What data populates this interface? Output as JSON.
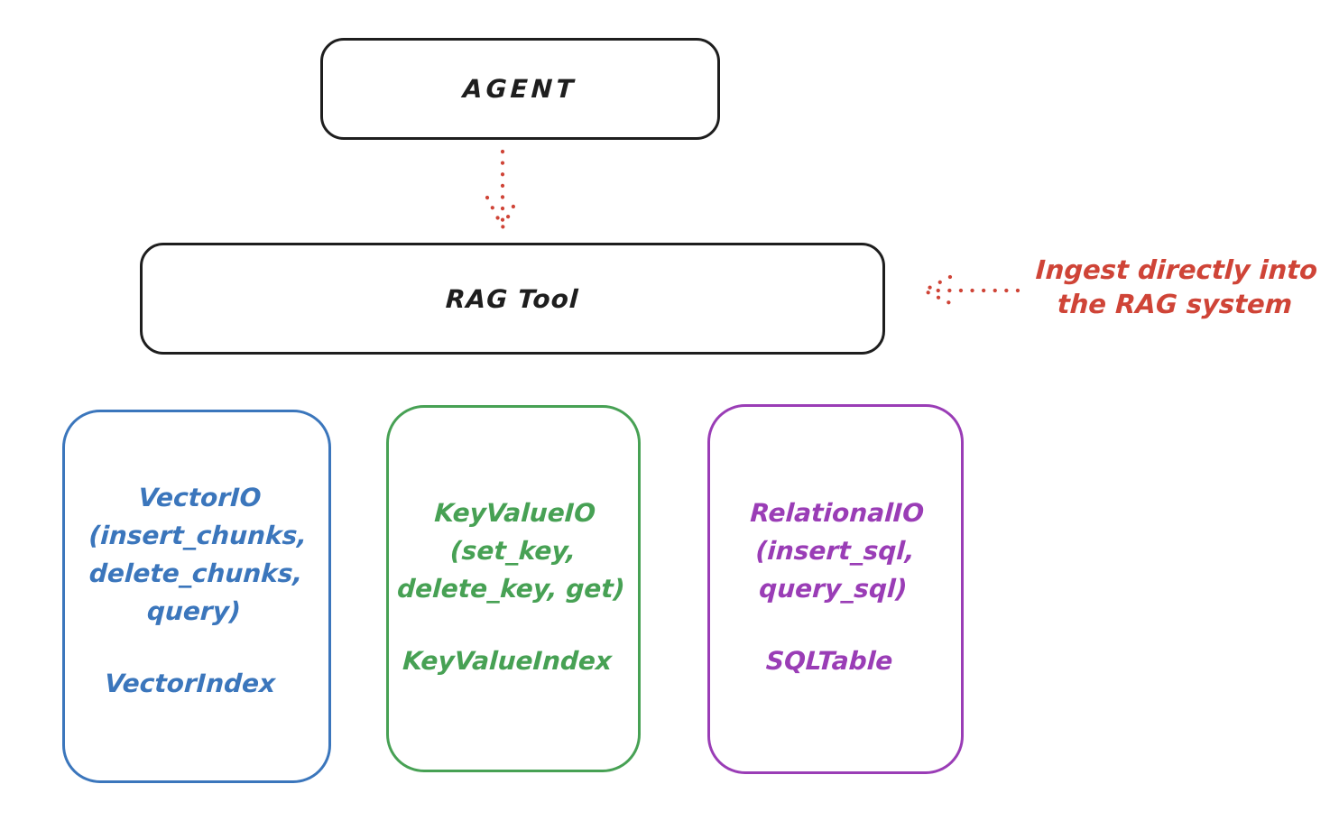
{
  "colors": {
    "stroke_black": "#1e1e1e",
    "red": "#cf4437",
    "blue": "#3b76bc",
    "green": "#47a154",
    "purple": "#9a3db6"
  },
  "agent_box": {
    "label": "AGENT"
  },
  "rag_tool_box": {
    "label": "RAG Tool"
  },
  "ingest_annotation": {
    "line1": "Ingest directly into",
    "line2": "the RAG system"
  },
  "io_boxes": [
    {
      "name": "vector-io",
      "color": "#3b76bc",
      "lines": [
        "VectorIO",
        "(insert_chunks,",
        "delete_chunks,",
        "query)"
      ],
      "index_label": "VectorIndex"
    },
    {
      "name": "keyvalue-io",
      "color": "#47a154",
      "lines": [
        "KeyValueIO",
        "(set_key,",
        "delete_key, get)"
      ],
      "index_label": "KeyValueIndex"
    },
    {
      "name": "relational-io",
      "color": "#9a3db6",
      "lines": [
        "RelationalIO",
        "(insert_sql,",
        "query_sql)"
      ],
      "index_label": "SQLTable"
    }
  ]
}
